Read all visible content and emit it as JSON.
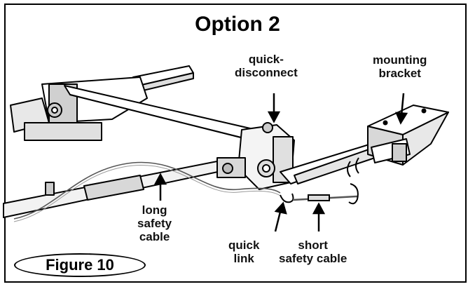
{
  "title": "Option 2",
  "labels": {
    "quick_disconnect": [
      "quick-",
      "disconnect"
    ],
    "mounting_bracket": [
      "mounting",
      "bracket"
    ],
    "long_safety_cable": [
      "long",
      "safety",
      "cable"
    ],
    "quick_link": [
      "quick",
      "link"
    ],
    "short_safety_cable": [
      "short",
      "safety cable"
    ]
  },
  "figure_label": "Figure 10",
  "colors": {
    "line": "#000000",
    "background": "#ffffff",
    "cable": "#666666"
  }
}
